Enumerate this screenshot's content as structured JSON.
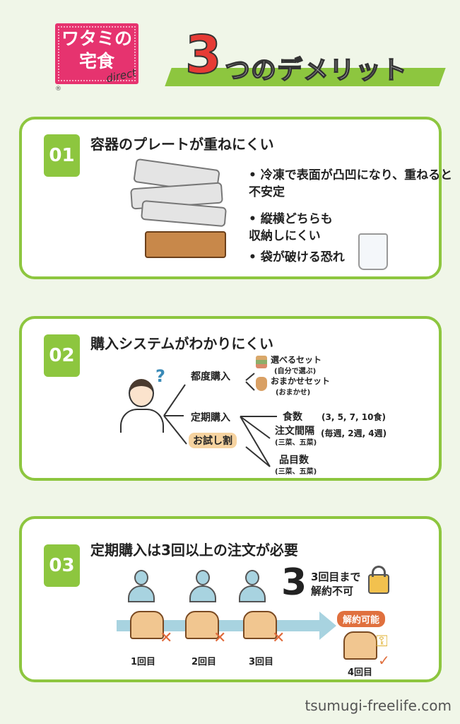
{
  "header": {
    "logo_text": "ワタミの宅食",
    "logo_sub": "direct",
    "logo_reg": "®",
    "title_number": "3",
    "title_text": "つのデメリット"
  },
  "cards": [
    {
      "number": "01",
      "title": "容器のプレートが重ねにくい",
      "bullets": [
        "冷凍で表面が凸凹になり、重ねると不安定",
        "縦横どちらも収納しにくい",
        "袋が破ける恐れ"
      ]
    },
    {
      "number": "02",
      "title": "購入システムがわかりにくい",
      "tree": {
        "a": "都度購入",
        "a1": "選べるセット",
        "a1_sub": "(自分で選ぶ)",
        "a2": "おまかせセット",
        "a2_sub": "(おまかせ)",
        "b": "定期購入",
        "c": "お試し割",
        "b1": "食数",
        "b1_opts": "(3, 5, 7, 10食)",
        "b2": "注文間隔",
        "b2_sub": "(三菜、五菜)",
        "b2_opts": "(毎週, 2週, 4週)",
        "b3": "品目数",
        "b3_sub": "(三菜、五菜)"
      }
    },
    {
      "number": "03",
      "title": "定期購入は3回以上の注文が必要",
      "big": "3",
      "lock_text1": "3回目まで",
      "lock_text2": "解約不可",
      "cancel_badge": "解約可能",
      "rounds": [
        "1回目",
        "2回目",
        "3回目",
        "4回目"
      ]
    }
  ],
  "footer": "tsumugi-freelife.com",
  "colors": {
    "green": "#8dc63f",
    "pink": "#e6336f",
    "red": "#e63b35",
    "orange": "#e0703e"
  }
}
